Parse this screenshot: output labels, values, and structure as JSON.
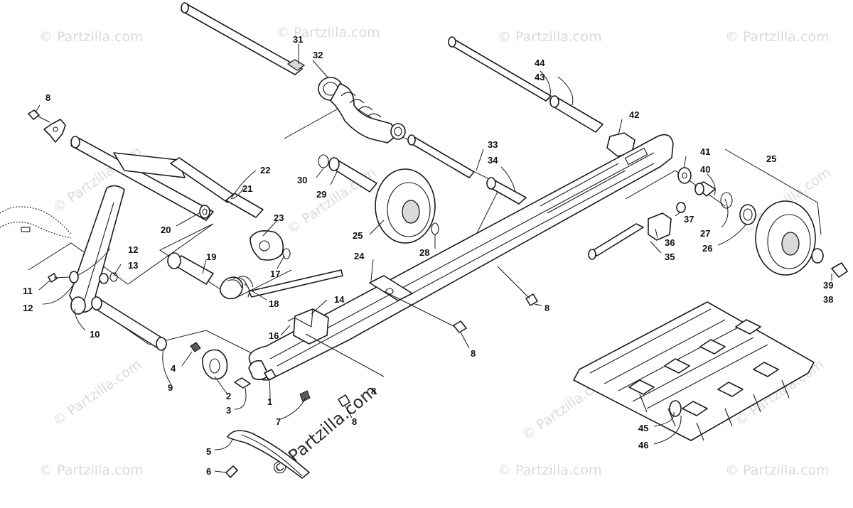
{
  "watermark": {
    "text": "© Partzilla.com",
    "diagonal_text": "© Partzilla.com"
  },
  "callouts": [
    "31",
    "32",
    "44",
    "43",
    "42",
    "8",
    "22",
    "21",
    "20",
    "23",
    "17",
    "19",
    "18",
    "30",
    "29",
    "25",
    "24",
    "28",
    "33",
    "34",
    "41",
    "40",
    "25",
    "27",
    "37",
    "36",
    "35",
    "26",
    "39",
    "38",
    "12",
    "13",
    "11",
    "12",
    "10",
    "14",
    "16",
    "8",
    "9",
    "4",
    "2",
    "3",
    "1",
    "7",
    "8",
    "8",
    "5",
    "6",
    "45",
    "46",
    "8"
  ]
}
